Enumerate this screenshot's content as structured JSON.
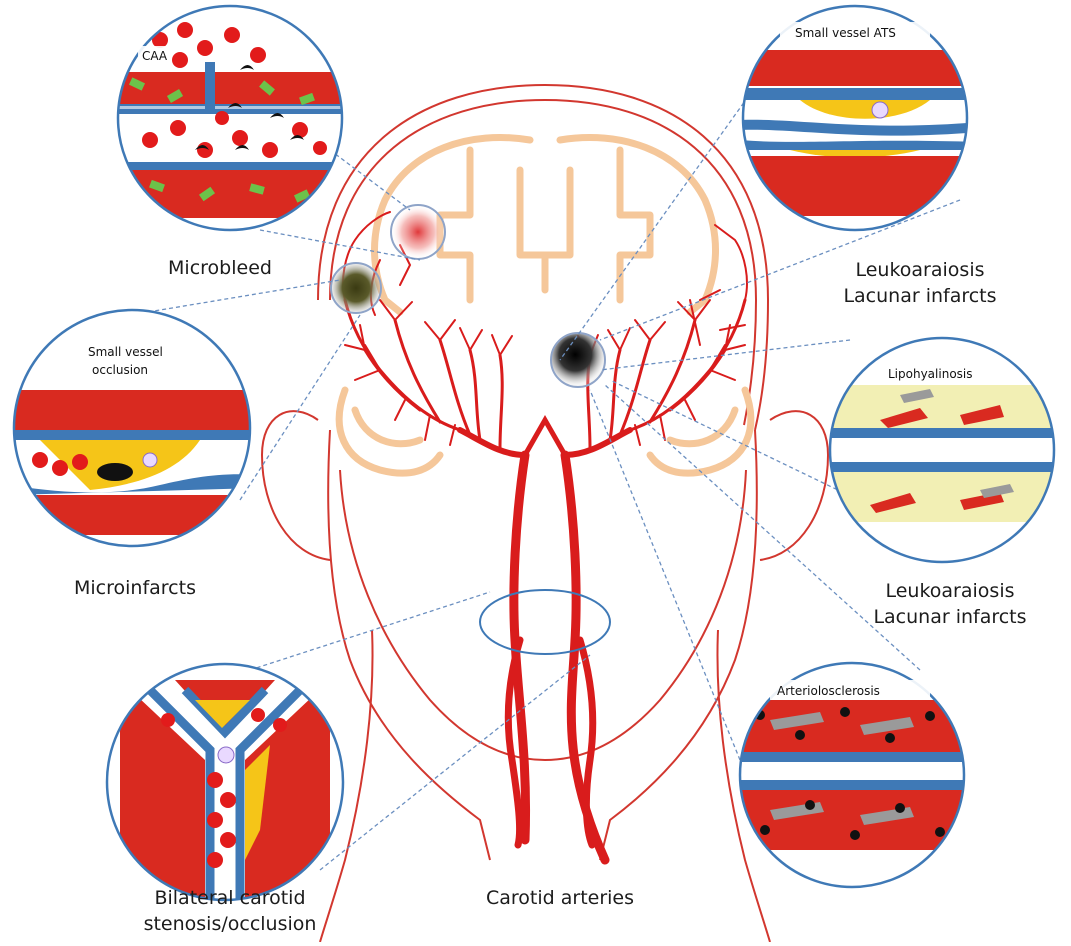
{
  "labels": {
    "microbleed": "Microbleed",
    "microinfarcts": "Microinfarcts",
    "leuko_upper_1": "Leukoaraiosis",
    "leuko_upper_2": "Lacunar infarcts",
    "leuko_lower_1": "Leukoaraiosis",
    "leuko_lower_2": "Lacunar infarcts",
    "bilateral_1": "Bilateral carotid",
    "bilateral_2": "stenosis/occlusion",
    "carotid": "Carotid arteries"
  },
  "insets": {
    "caa": "CAA",
    "small_vessel_ats": "Small vessel ATS",
    "small_vessel_occlusion_1": "Small vessel",
    "small_vessel_occlusion_2": "occlusion",
    "lipohyalinosis": "Lipohyalinosis",
    "arteriolosclerosis": "Arteriolosclerosis"
  },
  "colors": {
    "artery": "#d91c1c",
    "outline": "#d2372f",
    "brain": "#f5c79a",
    "vessel_wall": "#3f79b6",
    "plaque": "#f5c518",
    "lipo": "#f2efb4",
    "green": "#6cc24a",
    "leader": "#6b8fc0"
  }
}
